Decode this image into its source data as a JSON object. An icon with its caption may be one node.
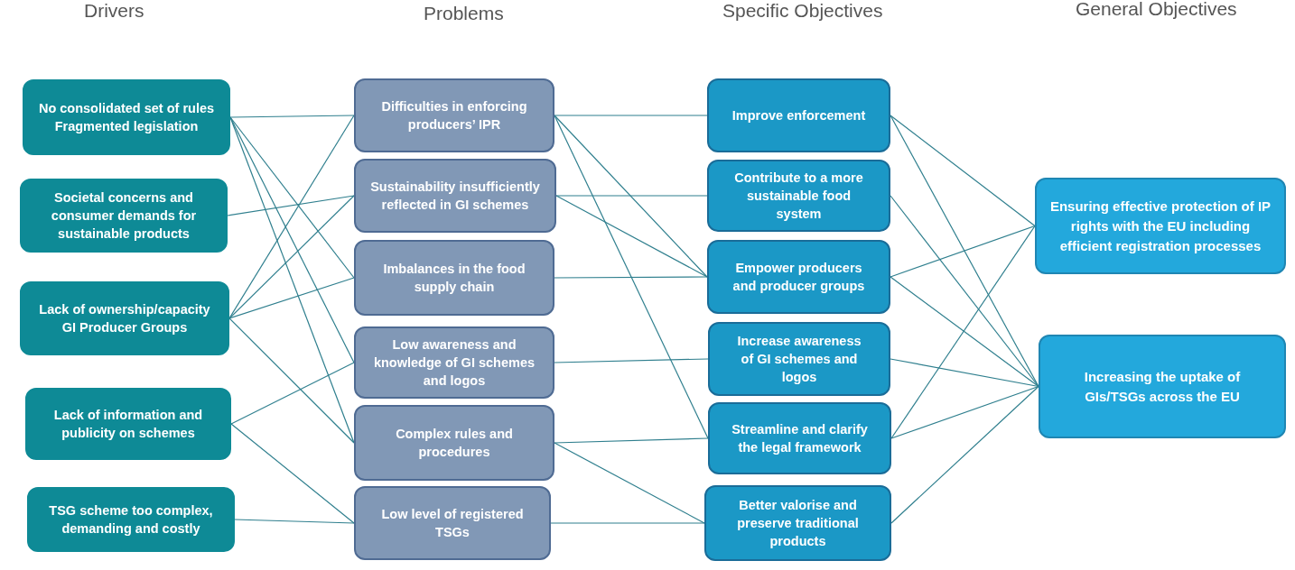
{
  "diagram": {
    "nodes": [
      {
        "text": [
          "No consolidated set of rules Fragmented legislation"
        ]
      },
      {
        "text": [
          "Societal concerns and consumer demands for sustainable products"
        ]
      },
      {
        "text": [
          "Lack of ownership/capacity GI Producer Groups"
        ]
      },
      {
        "text": [
          "Lack of information and publicity on schemes"
        ]
      },
      {
        "text": [
          "TSG scheme too complex, demanding and costly"
        ]
      },
      {
        "text": [
          "Difficulties in enforcing producers’ IPR"
        ]
      },
      {
        "text": [
          "Sustainability insufficiently reflected in GI schemes"
        ]
      },
      {
        "text": [
          "Imbalances in the food supply chain"
        ]
      },
      {
        "text": [
          "Low awareness and knowledge of GI schemes and logos"
        ]
      },
      {
        "text": [
          "Complex rules and procedures"
        ]
      },
      {
        "text": [
          "Low level of registered TSGs"
        ]
      },
      {
        "text": [
          "Improve enforcement"
        ]
      },
      {
        "text": [
          "Contribute to a more sustainable food system"
        ]
      },
      {
        "text": [
          "Empower producers and producer groups"
        ]
      },
      {
        "text": [
          "Increase awareness of GI schemes and logos"
        ]
      },
      {
        "text": [
          "Streamline and clarify the legal framework"
        ]
      },
      {
        "text": [
          "Better valorise and preserve traditional products"
        ]
      },
      {
        "text": [
          "Ensuring effective protection of IP rights with the EU including efficient registration processes"
        ]
      },
      {
        "text": [
          "Increasing the uptake of GIs/TSGs across the EU"
        ]
      }
    ],
    "edges": [
      {
        "from": 0,
        "to": 5,
        "arrow": "none"
      },
      {
        "from": 0,
        "to": 7,
        "arrow": "none"
      },
      {
        "from": 0,
        "to": 8,
        "arrow": "none"
      },
      {
        "from": 0,
        "to": 9,
        "arrow": "none"
      },
      {
        "from": 1,
        "to": 6,
        "arrow": "none"
      },
      {
        "from": 2,
        "to": 5,
        "arrow": "none"
      },
      {
        "from": 2,
        "to": 6,
        "arrow": "none"
      },
      {
        "from": 2,
        "to": 7,
        "arrow": "none"
      },
      {
        "from": 2,
        "to": 9,
        "arrow": "none"
      },
      {
        "from": 3,
        "to": 8,
        "arrow": "none"
      },
      {
        "from": 3,
        "to": 10,
        "arrow": "none"
      },
      {
        "from": 4,
        "to": 10,
        "arrow": "none"
      },
      {
        "from": 5,
        "to": 11,
        "arrow": "none"
      },
      {
        "from": 5,
        "to": 13,
        "arrow": "none"
      },
      {
        "from": 5,
        "to": 15,
        "arrow": "none"
      },
      {
        "from": 6,
        "to": 12,
        "arrow": "none"
      },
      {
        "from": 6,
        "to": 13,
        "arrow": "none"
      },
      {
        "from": 7,
        "to": 13,
        "arrow": "none"
      },
      {
        "from": 8,
        "to": 14,
        "arrow": "none"
      },
      {
        "from": 9,
        "to": 15,
        "arrow": "none"
      },
      {
        "from": 9,
        "to": 16,
        "arrow": "none"
      },
      {
        "from": 10,
        "to": 16,
        "arrow": "none"
      },
      {
        "from": 11,
        "to": 17,
        "arrow": "none"
      },
      {
        "from": 11,
        "to": 18,
        "arrow": "none"
      },
      {
        "from": 12,
        "to": 18,
        "arrow": "none"
      },
      {
        "from": 13,
        "to": 17,
        "arrow": "none"
      },
      {
        "from": 13,
        "to": 18,
        "arrow": "none"
      },
      {
        "from": 14,
        "to": 18,
        "arrow": "none"
      },
      {
        "from": 15,
        "to": 17,
        "arrow": "none"
      },
      {
        "from": 15,
        "to": 18,
        "arrow": "none"
      },
      {
        "from": 16,
        "to": 18,
        "arrow": "none"
      }
    ],
    "labels": [
      "Drivers",
      "Problems",
      "Specific Objectives",
      "General Objectives"
    ]
  }
}
